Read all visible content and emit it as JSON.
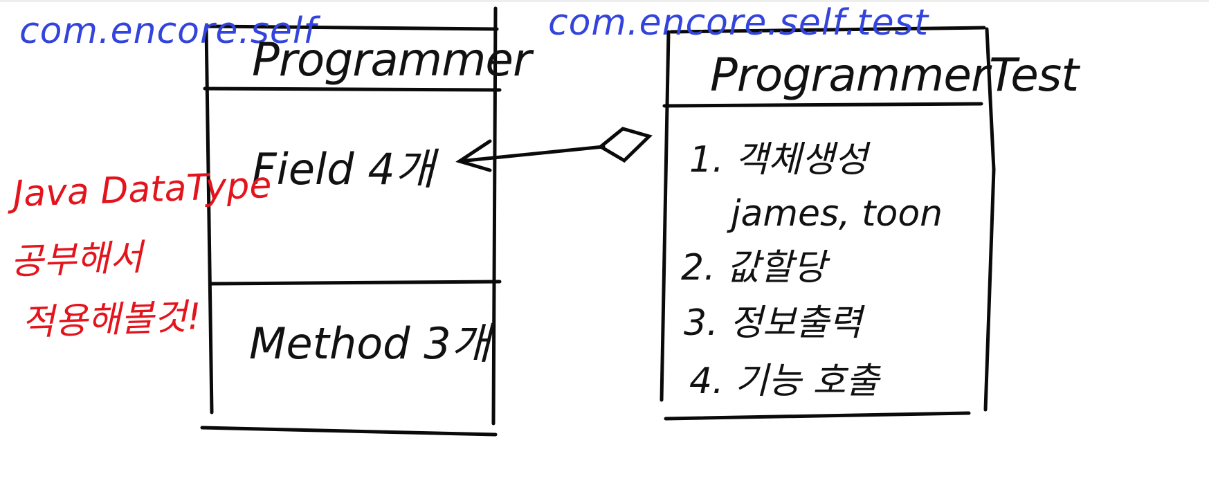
{
  "left_package": "com.encore.self",
  "right_package": "com.encore.self.test",
  "programmer_class": {
    "name": "Programmer",
    "field_section": "Field 4개",
    "method_section": "Method 3개"
  },
  "programmer_test_class": {
    "name": "ProgrammerTest",
    "steps": [
      "1. 객체생성",
      "james, toon",
      "2. 값할당",
      "3. 정보출력",
      "4. 기능 호출"
    ]
  },
  "side_note": {
    "line1": "Java DataType",
    "line2": "공부해서",
    "line3": "적용해볼것!"
  },
  "colors": {
    "package_blue": "#3344dd",
    "note_red": "#e3141c",
    "ink_black": "#0a0a0a"
  }
}
